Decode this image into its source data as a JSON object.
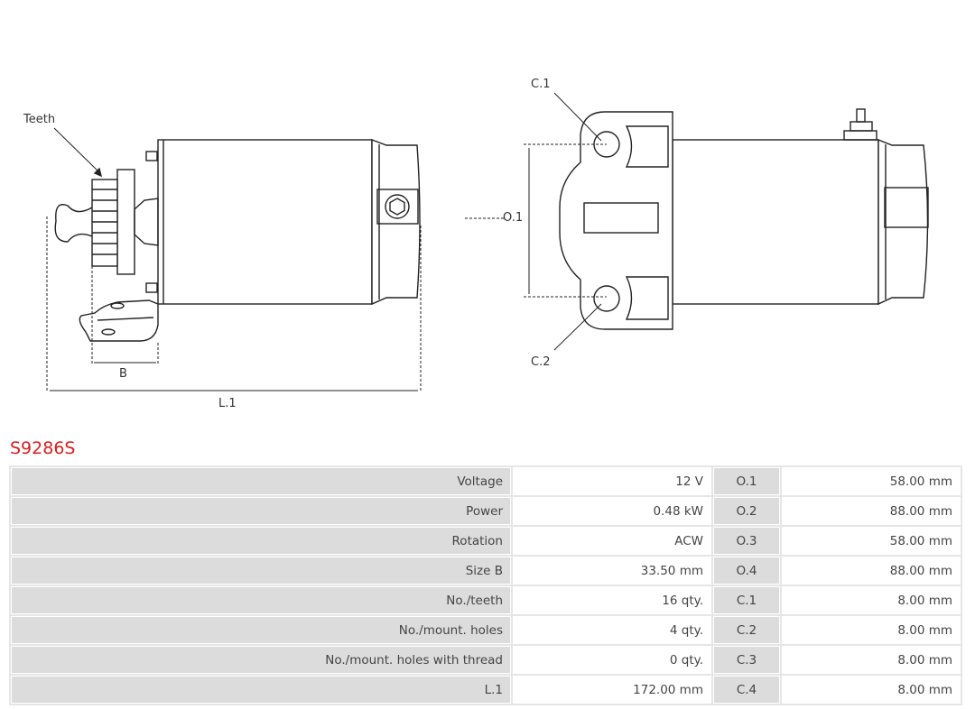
{
  "drawing": {
    "labels": {
      "teeth": "Teeth",
      "b": "B",
      "l1": "L.1",
      "c1": "C.1",
      "c2": "C.2",
      "o1": "O.1"
    }
  },
  "product": {
    "code": "S9286S"
  },
  "specs": [
    {
      "label": "Voltage",
      "value": "12 V",
      "code": "O.1",
      "code_value": "58.00 mm"
    },
    {
      "label": "Power",
      "value": "0.48 kW",
      "code": "O.2",
      "code_value": "88.00 mm"
    },
    {
      "label": "Rotation",
      "value": "ACW",
      "code": "O.3",
      "code_value": "58.00 mm"
    },
    {
      "label": "Size B",
      "value": "33.50 mm",
      "code": "O.4",
      "code_value": "88.00 mm"
    },
    {
      "label": "No./teeth",
      "value": "16 qty.",
      "code": "C.1",
      "code_value": "8.00 mm"
    },
    {
      "label": "No./mount. holes",
      "value": "4 qty.",
      "code": "C.2",
      "code_value": "8.00 mm"
    },
    {
      "label": "No./mount. holes with thread",
      "value": "0 qty.",
      "code": "C.3",
      "code_value": "8.00 mm"
    },
    {
      "label": "L.1",
      "value": "172.00 mm",
      "code": "C.4",
      "code_value": "8.00 mm"
    }
  ]
}
